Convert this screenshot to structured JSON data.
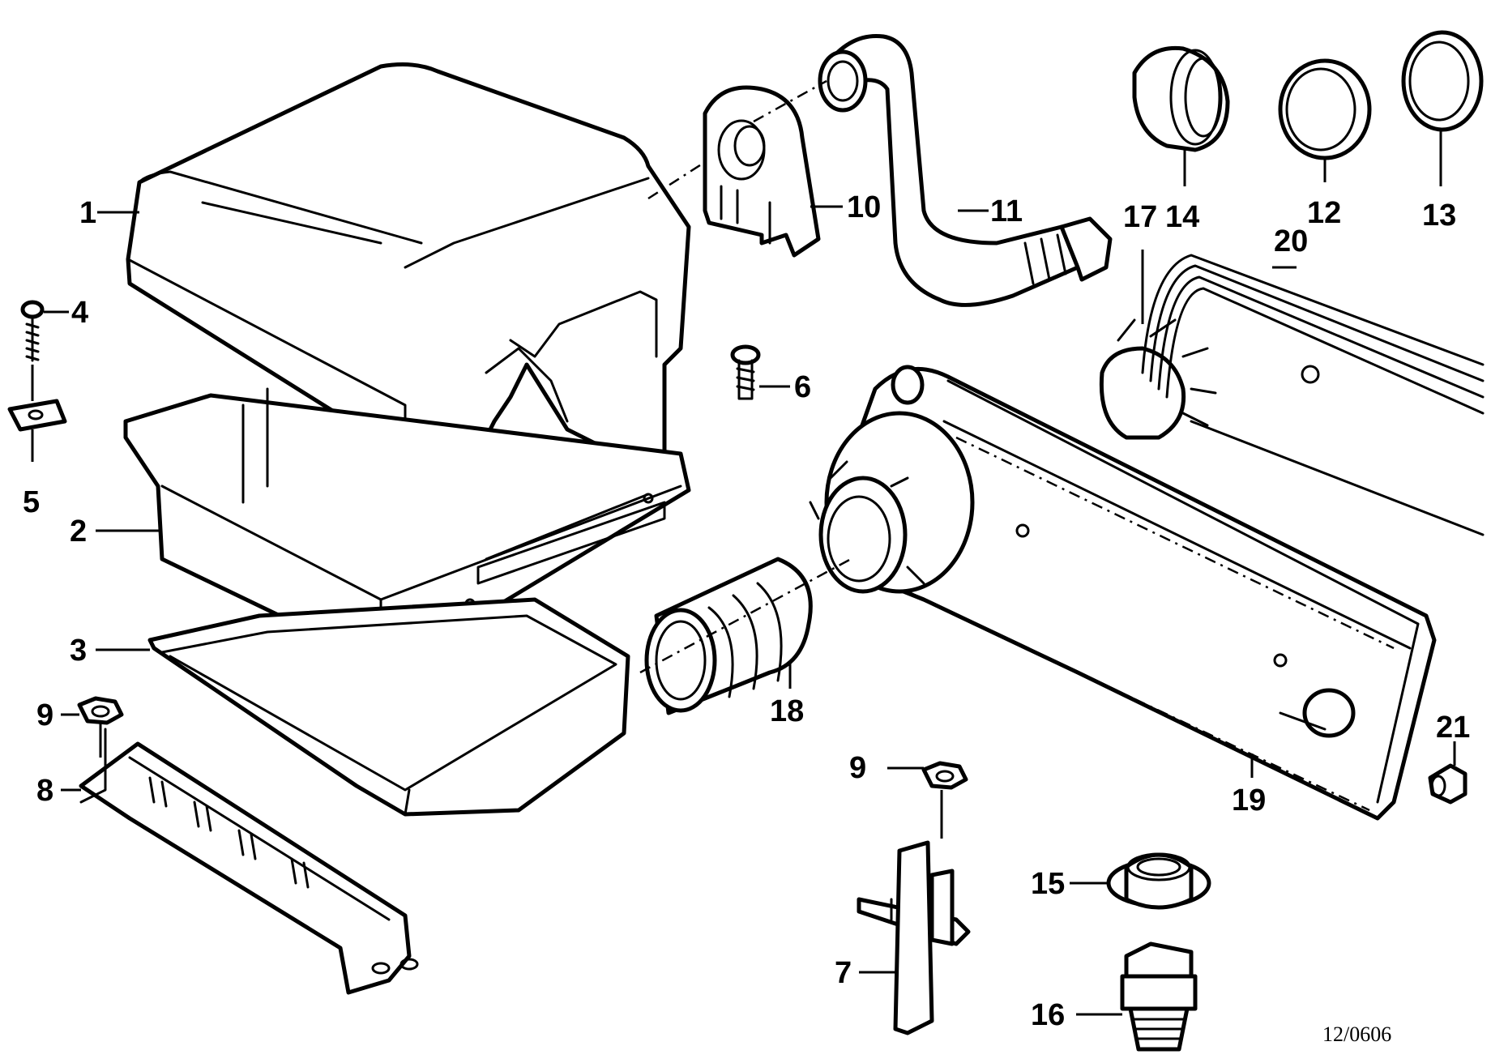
{
  "callouts": {
    "c1": "1",
    "c2": "2",
    "c3": "3",
    "c4": "4",
    "c5": "5",
    "c6": "6",
    "c7": "7",
    "c8": "8",
    "c9a": "9",
    "c9b": "9",
    "c10": "10",
    "c11": "11",
    "c12": "12",
    "c13": "13",
    "c14": "14",
    "c15": "15",
    "c16": "16",
    "c17": "17",
    "c18": "18",
    "c19": "19",
    "c20": "20",
    "c21": "21"
  },
  "reference_code": "12/0606",
  "colors": {
    "line": "#000000",
    "background": "#ffffff"
  }
}
